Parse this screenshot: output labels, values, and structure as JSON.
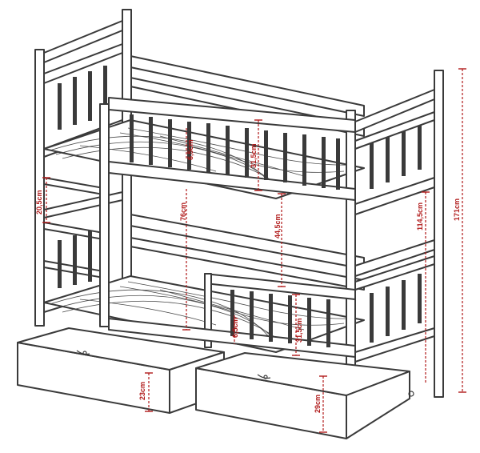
{
  "dimensions": [
    {
      "id": "guard-gap-top",
      "label": "6,5cm"
    },
    {
      "id": "guard-height-top",
      "label": "31,5cm"
    },
    {
      "id": "ladder-step",
      "label": "20,5cm"
    },
    {
      "id": "under-top-clearance",
      "label": "76cm"
    },
    {
      "id": "between-beds",
      "label": "44,5cm"
    },
    {
      "id": "top-bed-height",
      "label": "114,5cm"
    },
    {
      "id": "total-height",
      "label": "171cm"
    },
    {
      "id": "guard-gap-bottom",
      "label": "6,5cm"
    },
    {
      "id": "guard-height-bottom",
      "label": "31,5cm"
    },
    {
      "id": "drawer-left-height",
      "label": "23cm"
    },
    {
      "id": "drawer-right-height",
      "label": "29cm"
    }
  ]
}
